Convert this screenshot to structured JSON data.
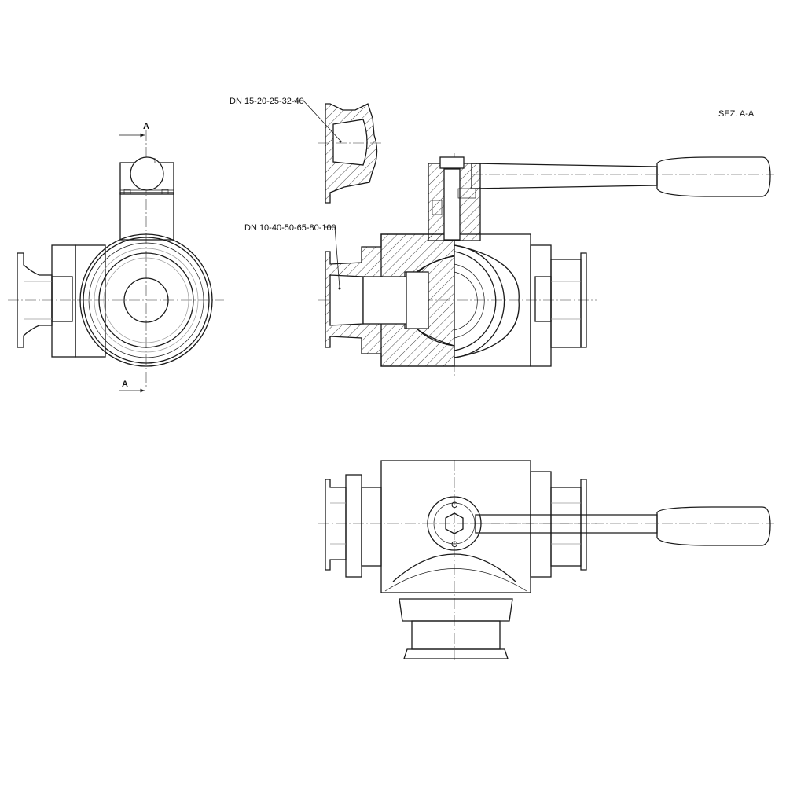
{
  "labels": {
    "section_title": "SEZ.  A-A",
    "dn_small": "DN  15-20-25-32-40",
    "dn_large": "DN  10-40-50-65-80-100",
    "section_marker_top": "A",
    "section_marker_bottom": "A",
    "knob_c": "C",
    "knob_o": "O"
  },
  "colors": {
    "line": "#1a1a1a",
    "background": "#ffffff"
  }
}
